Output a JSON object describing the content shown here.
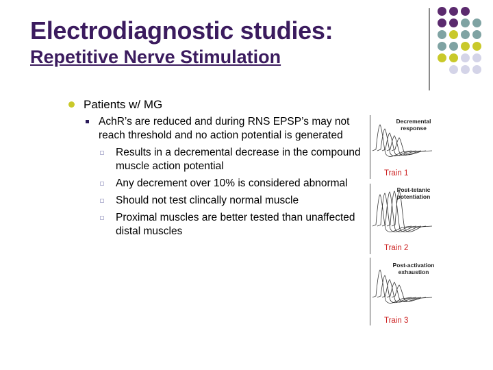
{
  "title": {
    "line1": "Electrodiagnostic studies:",
    "line2": "Repetitive Nerve Stimulation"
  },
  "bullets": {
    "level1": "Patients w/ MG",
    "level2": "AchR’s are reduced and during RNS EPSP’s may not reach threshold and no action potential is generated",
    "level3": [
      "Results in a decremental decrease in the compound muscle action potential",
      "Any decrement over 10% is considered abnormal",
      "Should not test clincally normal muscle",
      "Proximal muscles are better tested than unaffected distal muscles"
    ]
  },
  "figure": {
    "panels": [
      {
        "label_line1": "Decremental",
        "label_line2": "response",
        "train": "Train 1"
      },
      {
        "label_line1": "Post-tetanic",
        "label_line2": "potentiation",
        "train": "Train 2"
      },
      {
        "label_line1": "Post-activation",
        "label_line2": "exhaustion",
        "train": "Train 3"
      }
    ]
  },
  "decoration": {
    "dot_colors": {
      "purple": "#5b2a6e",
      "teal": "#7fa3a3",
      "olive": "#c9c92a",
      "lavender": "#d4d4e8"
    }
  }
}
